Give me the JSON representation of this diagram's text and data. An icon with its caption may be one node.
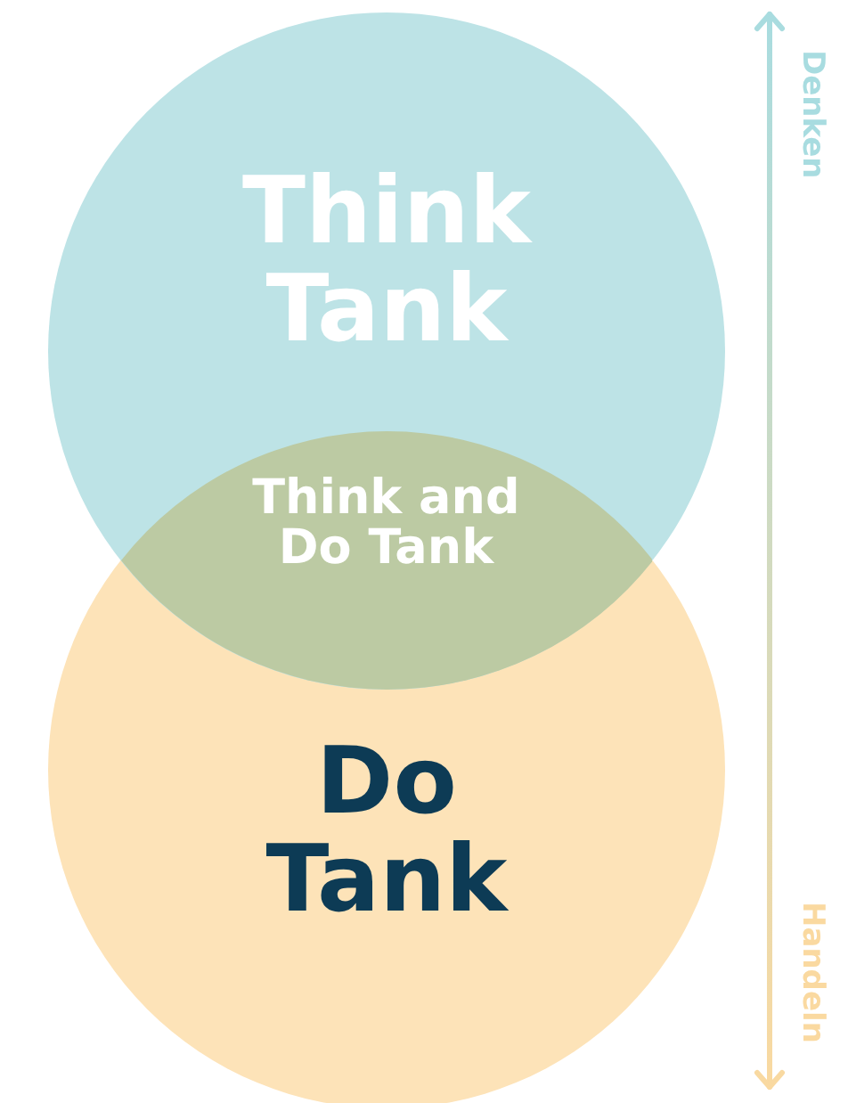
{
  "diagram": {
    "nodes": [
      {
        "text": [
          "Think Tank"
        ]
      },
      {
        "text": [
          "Think and Do Tank"
        ]
      },
      {
        "text": [
          "Do Tank"
        ]
      }
    ],
    "labels": [
      "Denken",
      "Handeln"
    ]
  }
}
